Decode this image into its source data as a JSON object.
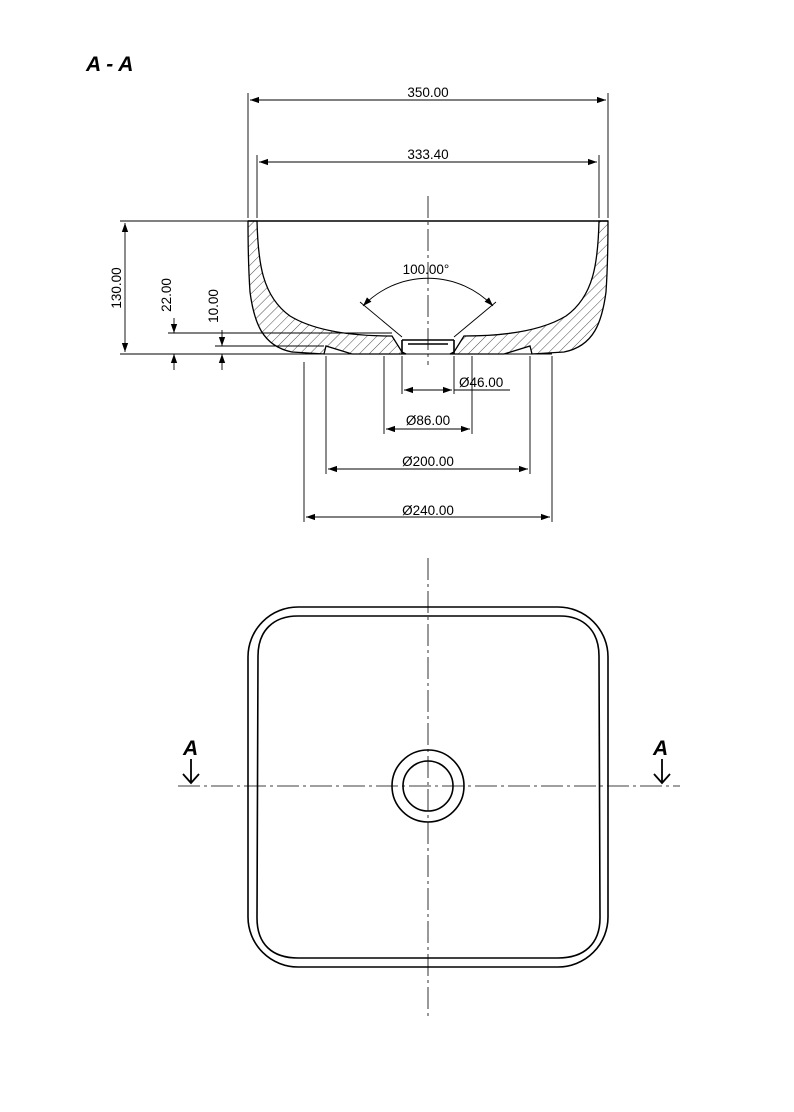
{
  "section": {
    "title": "A - A",
    "marker_left": "A",
    "marker_right": "A"
  },
  "dimensions": {
    "overall_width": "350.00",
    "inner_width": "333.40",
    "height": "130.00",
    "base_height": "22.00",
    "base_step": "10.00",
    "drain_angle": "100.00°",
    "drain_hole": "Ø46.00",
    "drain_recess": "Ø86.00",
    "foot_inner": "Ø200.00",
    "foot_outer": "Ø240.00"
  }
}
